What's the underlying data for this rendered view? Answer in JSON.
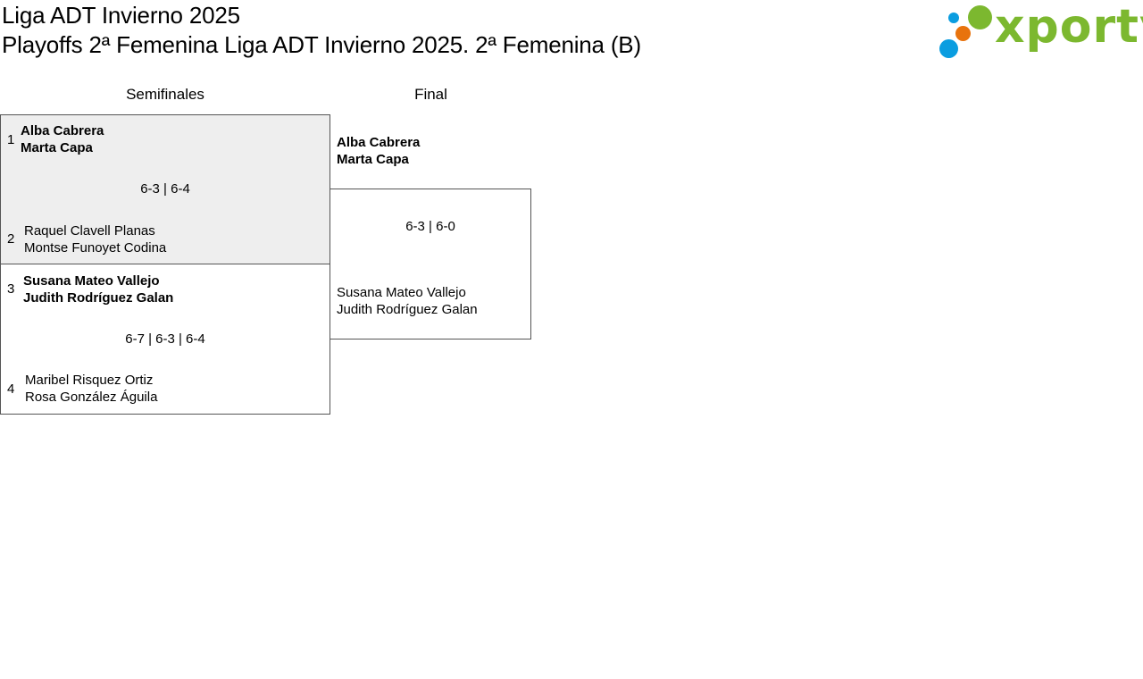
{
  "header": {
    "title": "Liga ADT Invierno 2025",
    "subtitle": "Playoffs 2ª Femenina Liga ADT Invierno 2025. 2ª Femenina (B)"
  },
  "logo": {
    "text": "xporty",
    "colors": {
      "green": "#7cb82f",
      "blue": "#0a9de0",
      "orange": "#e8730d"
    }
  },
  "rounds": {
    "semifinals": "Semifinales",
    "final": "Final"
  },
  "semifinals": [
    {
      "top": {
        "seed": "1",
        "player1": "Alba Cabrera",
        "player2": "Marta Capa"
      },
      "score": "6-3 | 6-4",
      "bottom": {
        "seed": "2",
        "player1": "Raquel Clavell Planas",
        "player2": "Montse Funoyet Codina"
      }
    },
    {
      "top": {
        "seed": "3",
        "player1": "Susana Mateo Vallejo",
        "player2": "Judith Rodríguez Galan"
      },
      "score": "6-7 | 6-3 | 6-4",
      "bottom": {
        "seed": "4",
        "player1": "Maribel Risquez Ortiz",
        "player2": "Rosa González Águila"
      }
    }
  ],
  "final": {
    "top": {
      "player1": "Alba Cabrera",
      "player2": "Marta Capa"
    },
    "score": "6-3 | 6-0",
    "bottom": {
      "player1": "Susana Mateo Vallejo",
      "player2": "Judith Rodríguez Galan"
    }
  }
}
